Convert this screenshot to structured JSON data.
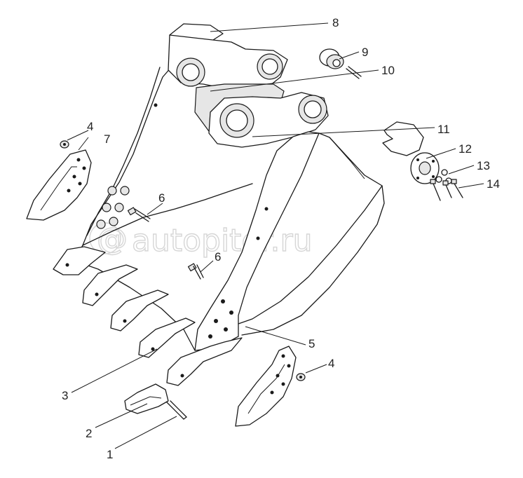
{
  "labels": {
    "l1": "1",
    "l2": "2",
    "l3": "3",
    "l4a": "4",
    "l4b": "4",
    "l5": "5",
    "l6a": "6",
    "l6b": "6",
    "l7": "7",
    "l8": "8",
    "l9": "9",
    "l10": "10",
    "l11": "11",
    "l12": "12",
    "l13": "13",
    "l14": "14"
  },
  "watermark": "autopiter.ru"
}
